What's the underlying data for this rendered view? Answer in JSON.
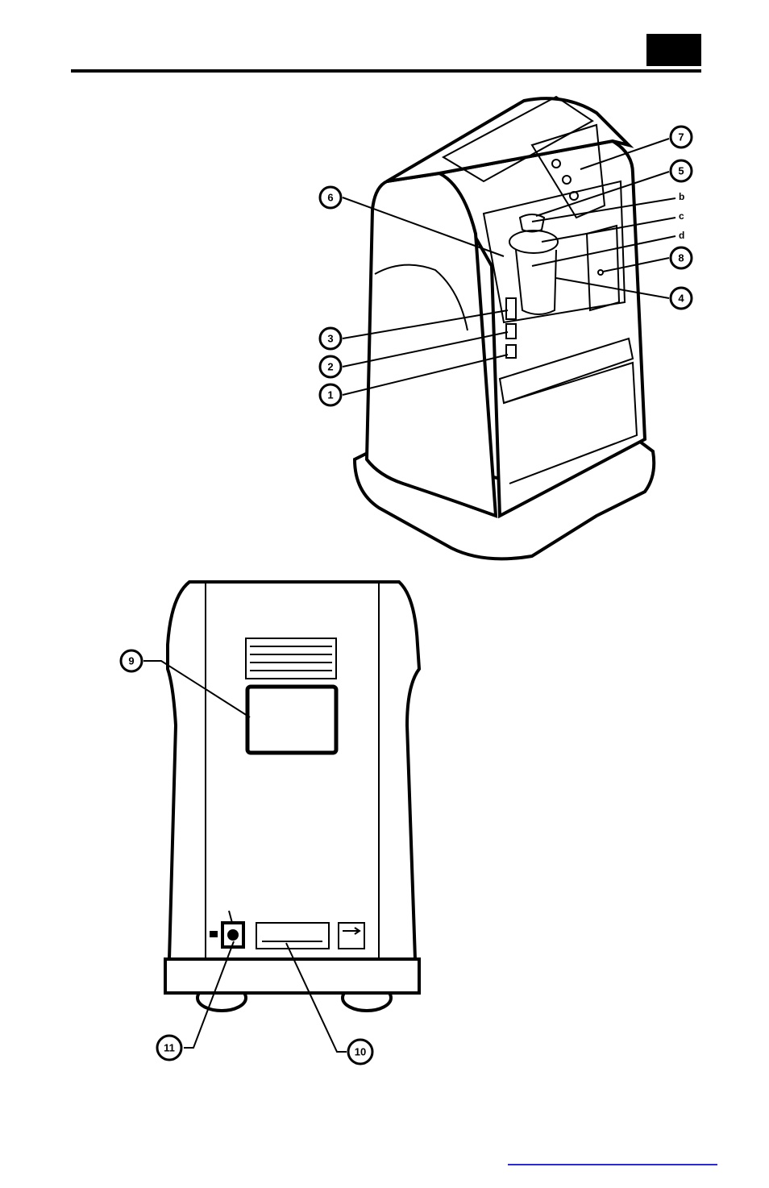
{
  "front_view": {
    "callouts": [
      "7",
      "5",
      "6",
      "8",
      "4",
      "3",
      "2",
      "1"
    ],
    "sub_labels": [
      "b",
      "c",
      "d"
    ]
  },
  "rear_view": {
    "callouts": [
      "9",
      "11",
      "10"
    ]
  }
}
